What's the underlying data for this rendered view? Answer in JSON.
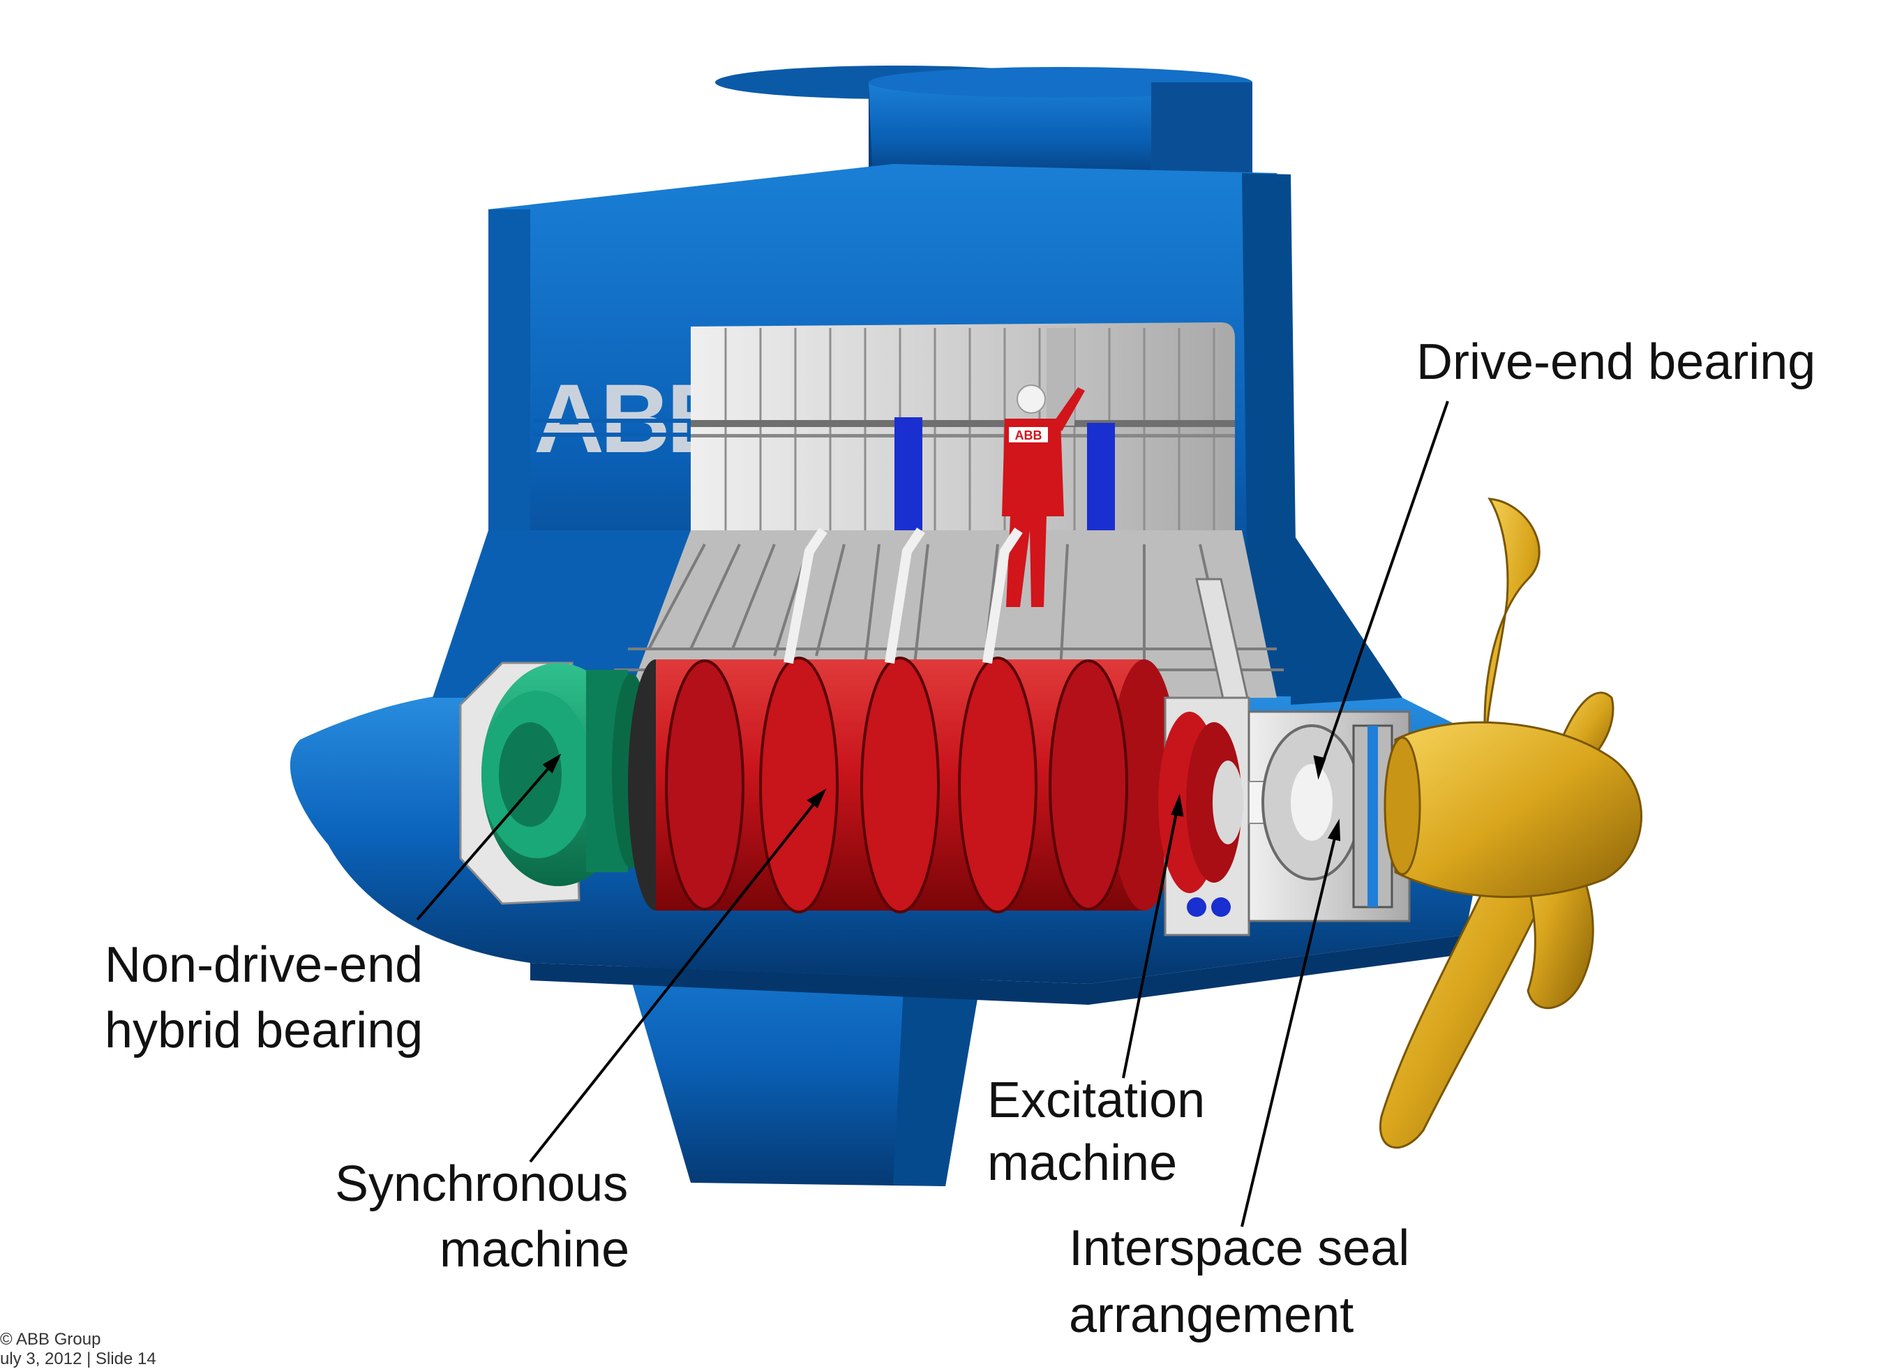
{
  "slide": {
    "labels": {
      "drive_end_bearing": "Drive-end bearing",
      "non_drive_end_line1": "Non-drive-end",
      "non_drive_end_line2": "hybrid bearing",
      "synchronous_line1": "Synchronous",
      "synchronous_line2": "machine",
      "excitation_line1": "Excitation",
      "excitation_line2": "machine",
      "interspace_line1": "Interspace seal",
      "interspace_line2": "arrangement"
    },
    "logo_text": "ABB",
    "worker_badge_text": "ABB",
    "footer": {
      "copyright": "© ABB Group",
      "date_slide": "uly 3, 2012 | Slide 14"
    }
  },
  "colors": {
    "pod_blue": "#0a5fb4",
    "pod_blue_dark": "#063f7e",
    "motor_red": "#c8141b",
    "bearing_green": "#129468",
    "propeller_gold": "#d9a51c",
    "interior_gray": "#d8d8d8"
  }
}
